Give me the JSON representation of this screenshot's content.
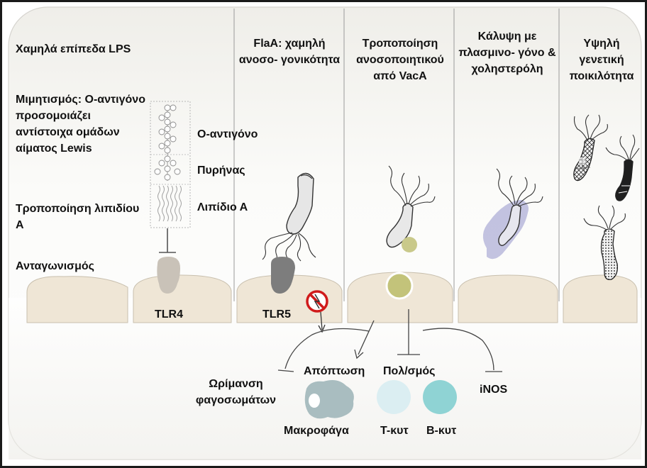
{
  "left_panel": {
    "low_lps": "Χαμηλά επίπεδα LPS",
    "mimicry": "Μιμητισμός: O-αντιγόνο προσομοιάζει αντίστοιχα ομάδων αίματος Lewis",
    "lipid_a_mod": "Τροποποίηση λιπιδίου Α",
    "antagonism": "Ανταγωνισμός"
  },
  "lps_structure": {
    "o_antigen": "O-αντιγόνο",
    "core": "Πυρήνας",
    "lipid_a": "Λιπίδιο Α"
  },
  "receptors": {
    "tlr4": "TLR4",
    "tlr5": "TLR5"
  },
  "columns": {
    "flaa": "FlaA: χαμηλή ανοσο- γονικότητα",
    "vaca": "Τροποποίηση ανοσοποιητικού από VacA",
    "plasminogen": "Κάλυψη με πλασμινο- γόνο & χοληστερόλη",
    "variability": "Υψηλή γενετική ποικιλότητα"
  },
  "effects": {
    "phagosome": "Ωρίμανση φαγοσωμάτων",
    "apoptosis": "Απόπτωση",
    "proliferation": "Πολ/σμός",
    "inos": "iNOS"
  },
  "cells": {
    "macrophage": "Μακροφάγα",
    "t_cell": "Τ-κυτ",
    "b_cell": "Β-κυτ"
  },
  "colors": {
    "background_gradient": "#f1efe9",
    "epithelium": "#efe6d6",
    "tlr4": "#c9c2b8",
    "tlr5": "#7d7d7d",
    "vaca_particle": "#c9c98a",
    "plasminogen_halo": "#b4b4da",
    "macrophage": "#a9bdc0",
    "t_cell": "#dbeef2",
    "b_cell": "#8fd3d4",
    "prohibition_red": "#d01b1b"
  }
}
